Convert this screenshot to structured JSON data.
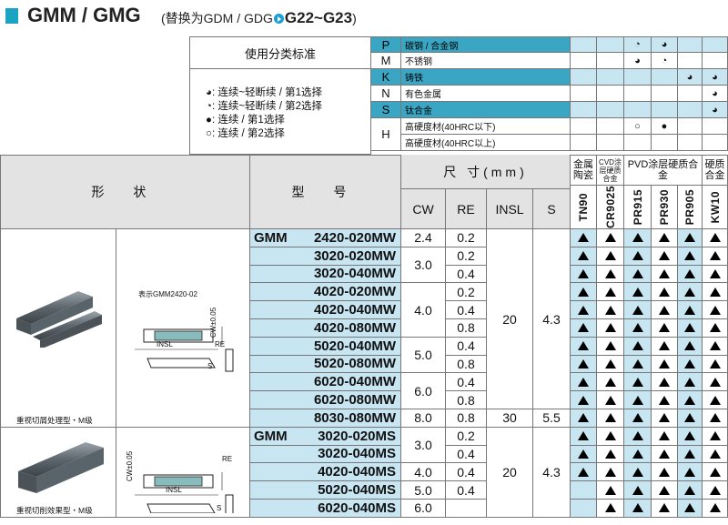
{
  "title": {
    "main": "GMM / GMG",
    "paren_open": "(替换为GDM / GDG",
    "paren_grade": "G22~G23",
    "paren_close": ")"
  },
  "usage_classification": {
    "title": "使用分类标准",
    "legend": [
      {
        "icon": "half-filled-circle-icon",
        "text": ": 连续~轻断续 / 第1选择"
      },
      {
        "icon": "half-open-circle-icon",
        "text": ": 连续~轻断续 / 第2选择"
      },
      {
        "icon": "filled-circle-icon",
        "text": ": 连续 / 第1选择"
      },
      {
        "icon": "open-circle-icon",
        "text": ": 连续 / 第2选择"
      }
    ]
  },
  "materials": [
    {
      "letter": "P",
      "name": "碳钢 / 合金钢",
      "marks": [
        "",
        "",
        "",
        "◔",
        "◕",
        "",
        ""
      ]
    },
    {
      "letter": "M",
      "name": "不锈钢",
      "marks": [
        "",
        "",
        "",
        "◕",
        "◔",
        "",
        ""
      ]
    },
    {
      "letter": "K",
      "name": "铸铁",
      "marks": [
        "",
        "",
        "",
        "",
        "",
        "◕",
        "◕"
      ]
    },
    {
      "letter": "N",
      "name": "有色金属",
      "marks": [
        "",
        "",
        "",
        "",
        "",
        "",
        "◕"
      ]
    },
    {
      "letter": "S",
      "name": "钛合金",
      "marks": [
        "",
        "",
        "",
        "",
        "",
        "",
        "◕"
      ]
    },
    {
      "letter": "H",
      "name": "高硬度材(40HRC以下)",
      "marks": [
        "",
        "",
        "",
        "○",
        "●",
        "",
        ""
      ]
    },
    {
      "letter": "",
      "name": "高硬度材(40HRC以上)",
      "marks": [
        "",
        "",
        "",
        "",
        "",
        "",
        ""
      ]
    }
  ],
  "headers": {
    "shape": "形 状",
    "model": "型 号",
    "dimensions": "尺 寸(mm)",
    "cols": [
      "CW",
      "RE",
      "INSL",
      "S"
    ],
    "groups": [
      {
        "label": "金属陶瓷"
      },
      {
        "label": "CVD涂层硬质合金"
      },
      {
        "label": "PVD涂层硬质合金"
      },
      {
        "label": "硬质合金"
      }
    ],
    "grades": [
      "TN90",
      "CR9025",
      "PR915",
      "PR930",
      "PR905",
      "KW10"
    ]
  },
  "groups": [
    {
      "series": "GMM",
      "caption": "重视切屑处理型・M级",
      "note": "表示GMM2420-02",
      "dims_insl": "20",
      "dims_s": "4.3",
      "rows": [
        {
          "model": "2420-020MW",
          "cw": "2.4",
          "re": "0.2",
          "avail": [
            1,
            1,
            1,
            1,
            1,
            1
          ]
        },
        {
          "model": "3020-020MW",
          "cw": "3.0",
          "re": "0.2",
          "avail": [
            1,
            1,
            1,
            1,
            1,
            1
          ]
        },
        {
          "model": "3020-040MW",
          "cw": "",
          "re": "0.4",
          "avail": [
            1,
            1,
            1,
            1,
            1,
            1
          ]
        },
        {
          "model": "4020-020MW",
          "cw": "4.0",
          "re": "0.2",
          "avail": [
            1,
            1,
            1,
            1,
            1,
            1
          ]
        },
        {
          "model": "4020-040MW",
          "cw": "",
          "re": "0.4",
          "avail": [
            1,
            1,
            1,
            1,
            1,
            1
          ]
        },
        {
          "model": "4020-080MW",
          "cw": "",
          "re": "0.8",
          "avail": [
            1,
            1,
            1,
            1,
            1,
            1
          ]
        },
        {
          "model": "5020-040MW",
          "cw": "5.0",
          "re": "0.4",
          "avail": [
            1,
            1,
            1,
            1,
            1,
            1
          ]
        },
        {
          "model": "5020-080MW",
          "cw": "",
          "re": "0.8",
          "avail": [
            1,
            1,
            1,
            1,
            1,
            1
          ]
        },
        {
          "model": "6020-040MW",
          "cw": "6.0",
          "re": "0.4",
          "avail": [
            1,
            1,
            1,
            1,
            1,
            1
          ]
        },
        {
          "model": "6020-080MW",
          "cw": "",
          "re": "0.8",
          "avail": [
            1,
            1,
            1,
            1,
            1,
            1
          ]
        },
        {
          "model": "8030-080MW",
          "cw": "8.0",
          "re": "0.8",
          "insl": "30",
          "s": "5.5",
          "avail": [
            1,
            1,
            1,
            1,
            1,
            1
          ]
        }
      ]
    },
    {
      "series": "GMM",
      "caption": "重视切削效果型・M级",
      "dims_insl": "20",
      "dims_s": "4.3",
      "rows": [
        {
          "model": "3020-020MS",
          "cw": "3.0",
          "re": "0.2",
          "avail": [
            1,
            1,
            1,
            1,
            1,
            1
          ]
        },
        {
          "model": "3020-040MS",
          "cw": "",
          "re": "0.4",
          "avail": [
            1,
            1,
            1,
            1,
            1,
            1
          ]
        },
        {
          "model": "4020-040MS",
          "cw": "4.0",
          "re": "0.4",
          "avail": [
            1,
            1,
            1,
            1,
            1,
            1
          ]
        },
        {
          "model": "5020-040MS",
          "cw": "5.0",
          "re": "",
          "avail": [
            0,
            1,
            1,
            1,
            1,
            1
          ]
        },
        {
          "model": "6020-040MS",
          "cw": "6.0",
          "re": "",
          "avail": [
            0,
            1,
            1,
            1,
            1,
            1
          ]
        }
      ]
    }
  ],
  "drawing_labels": {
    "cw": "CW±0.05",
    "insl": "INSL",
    "re": "RE",
    "s": "S"
  },
  "colors": {
    "accent": "#1aa3c3",
    "material_header": "#3aa6c4",
    "grade_tint": "#c8e5f2",
    "header_gray": "#e3e3e3"
  }
}
